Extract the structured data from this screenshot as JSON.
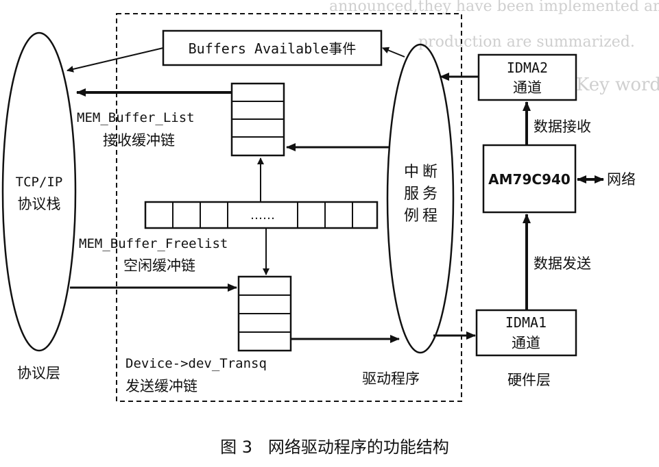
{
  "background_text": {
    "line1": "announced,they have been implemented and could be",
    "line2": "production are summarized.",
    "line3": "Key words"
  },
  "diagram": {
    "event_box": "Buffers Available事件",
    "buffer_list_label": "MEM_Buffer_List",
    "buffer_list_cn": "接收缓冲链",
    "freelist_dots": "……",
    "freelist_label": "MEM_Buffer_Freelist",
    "freelist_cn": "空闲缓冲链",
    "transq_label": "Device->dev_Transq",
    "transq_cn": "发送缓冲链",
    "tcpip_line1": "TCP/IP",
    "tcpip_line2": "协议栈",
    "isr_chars": [
      "中",
      "断",
      "服",
      "务",
      "例",
      "程"
    ],
    "idma2_line1": "IDMA2",
    "idma2_line2": "通道",
    "idma1_line1": "IDMA1",
    "idma1_line2": "通道",
    "chip": "AM79C940",
    "network": "网络",
    "recv_label": "数据接收",
    "send_label": "数据发送",
    "layer_protocol": "协议层",
    "layer_driver": "驱动程序",
    "layer_hardware": "硬件层"
  },
  "caption": "图 3   网络驱动程序的功能结构"
}
